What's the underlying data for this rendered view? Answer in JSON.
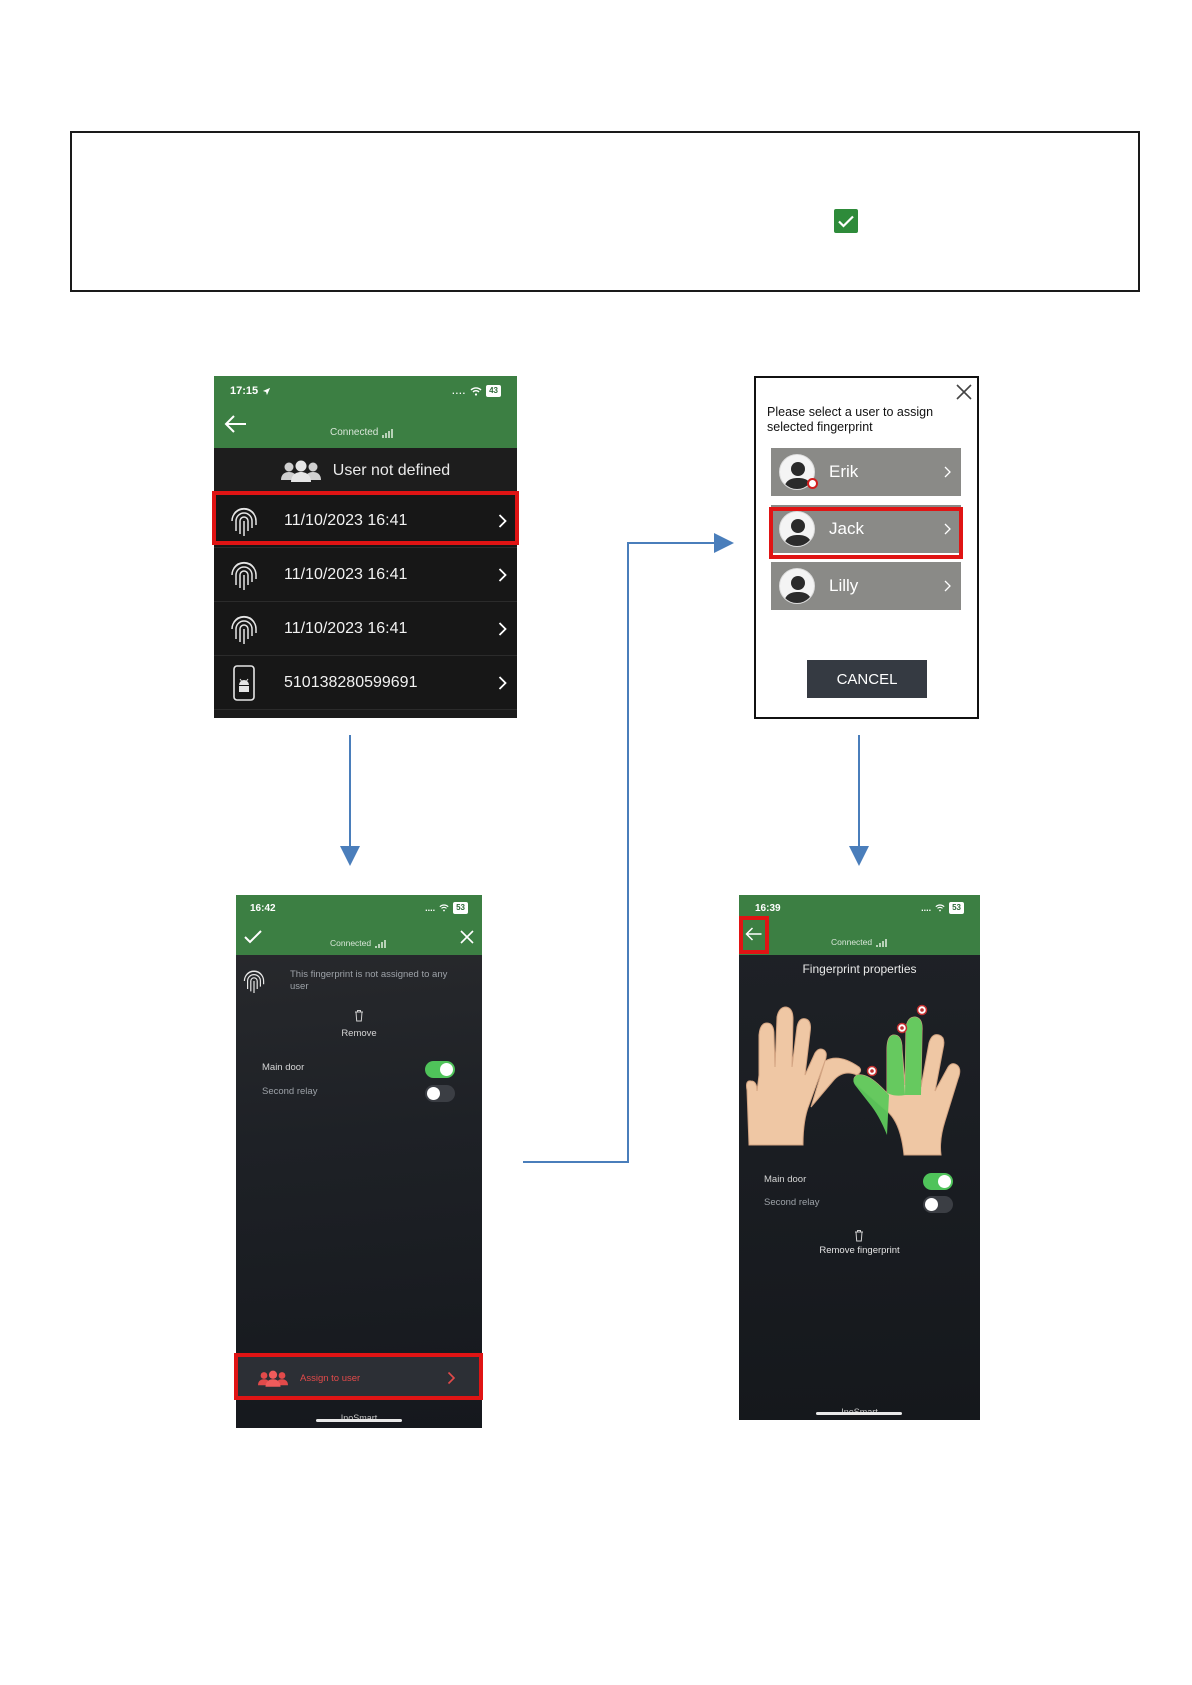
{
  "colors": {
    "header_green": "#3c7f43",
    "highlight_red": "#e01414",
    "toggle_on": "#4fc35a",
    "arrow_blue": "#4a7ebb"
  },
  "screen_a": {
    "time": "17:15",
    "battery": "43",
    "connected": "Connected",
    "band_title": "User not defined",
    "rows": [
      {
        "icon": "fingerprint-icon",
        "label": "11/10/2023 16:41"
      },
      {
        "icon": "fingerprint-icon",
        "label": "11/10/2023 16:41"
      },
      {
        "icon": "fingerprint-icon",
        "label": "11/10/2023 16:41"
      },
      {
        "icon": "android-phone-icon",
        "label": "510138280599691"
      }
    ]
  },
  "dialog_b": {
    "prompt": "Please select a user to assign selected fingerprint",
    "users": [
      "Erik",
      "Jack",
      "Lilly"
    ],
    "cancel": "CANCEL"
  },
  "screen_c": {
    "time": "16:42",
    "battery": "53",
    "connected": "Connected",
    "not_assigned": "This fingerprint is not assigned to any user",
    "remove": "Remove",
    "main_door": "Main door",
    "second_relay": "Second relay",
    "main_door_on": true,
    "second_relay_on": false,
    "assign": "Assign to user",
    "footer": "InoSmart"
  },
  "screen_d": {
    "time": "16:39",
    "battery": "53",
    "connected": "Connected",
    "title": "Fingerprint properties",
    "main_door": "Main door",
    "second_relay": "Second relay",
    "main_door_on": true,
    "second_relay_on": false,
    "remove": "Remove fingerprint",
    "footer": "InoSmart"
  }
}
